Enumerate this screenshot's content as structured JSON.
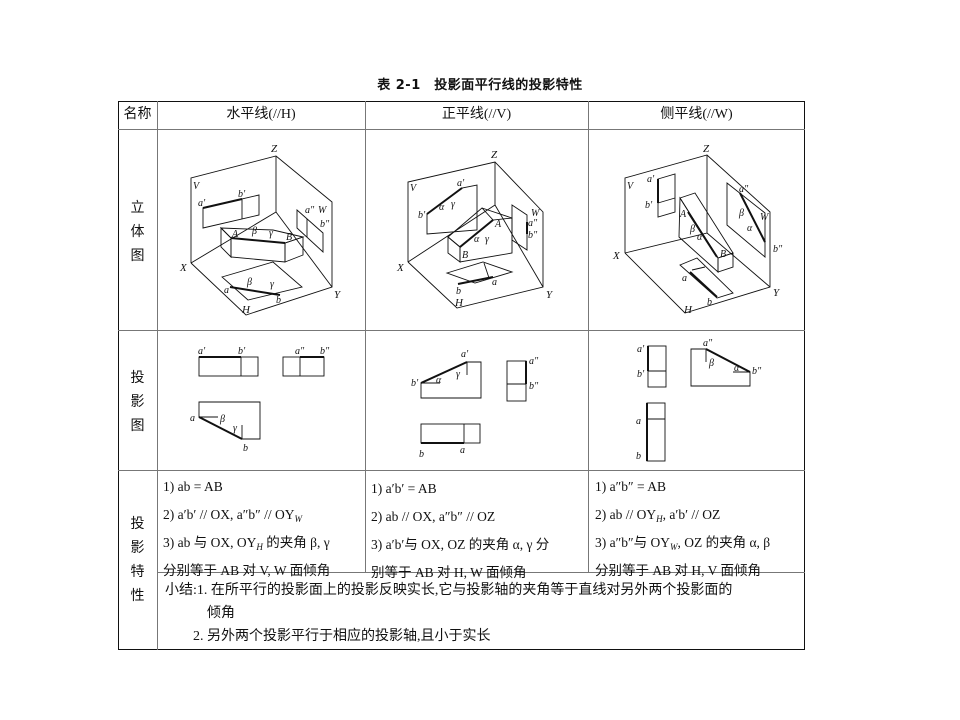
{
  "title": "表 2-1　投影面平行线的投影特性",
  "header": {
    "name": "名称",
    "col1": "水平线(//H)",
    "col2": "正平线(//V)",
    "col3": "侧平线(//W)"
  },
  "row_labels": {
    "stereo": [
      "立",
      "体",
      "图"
    ],
    "projection": [
      "投",
      "影",
      "图"
    ],
    "properties": [
      "投",
      "影",
      "特",
      "性"
    ]
  },
  "properties": {
    "col1": [
      {
        "pre": "1) ab = AB",
        "sub": "",
        "post": ""
      },
      {
        "pre": "2) a′b′ // OX, a″b″ // OY",
        "sub": "W",
        "post": ""
      },
      {
        "pre": "3) ab 与 OX, OY",
        "sub": "H",
        "post": " 的夹角 β, γ"
      },
      {
        "pre": "分别等于 AB 对 V, W 面倾角",
        "sub": "",
        "post": ""
      }
    ],
    "col2": [
      {
        "pre": "1) a′b′ = AB",
        "sub": "",
        "post": ""
      },
      {
        "pre": "2) ab // OX, a″b″ // OZ",
        "sub": "",
        "post": ""
      },
      {
        "pre": "3) a′b′与 OX, OZ 的夹角 α, γ 分",
        "sub": "",
        "post": ""
      },
      {
        "pre": "别等于 AB 对 H, W 面倾角",
        "sub": "",
        "post": ""
      }
    ],
    "col3": [
      {
        "pre": "1) a″b″ = AB",
        "sub": "",
        "post": ""
      },
      {
        "pre": "2) ab // OY",
        "sub": "H",
        "post": ", a′b′ // OZ"
      },
      {
        "pre": "3) a″b″与 OY",
        "sub": "W",
        "post": ", OZ 的夹角 α, β"
      },
      {
        "pre": "分别等于 AB 对 H, V 面倾角",
        "sub": "",
        "post": ""
      }
    ]
  },
  "summary": [
    "小结:1. 在所平行的投影面上的投影反映实长,它与投影轴的夹角等于直线对另外两个投影面的",
    "　　　倾角",
    "　　2. 另外两个投影平行于相应的投影轴,且小于实长"
  ],
  "drawings": {
    "stereo1": [
      "Z",
      "V",
      "a′",
      "b′",
      "a″",
      "W",
      "b″",
      "A",
      "β",
      "γ",
      "B",
      "X",
      "β",
      "γ",
      "a",
      "b",
      "H",
      "Y"
    ],
    "stereo2": [
      "Z",
      "V",
      "a′",
      "b′",
      "α",
      "γ",
      "W",
      "a″",
      "b″",
      "A",
      "α",
      "γ",
      "B",
      "X",
      "b",
      "a",
      "H",
      "Y"
    ],
    "stereo3": [
      "Z",
      "V",
      "a′",
      "b′",
      "A",
      "β",
      "α",
      "B",
      "a″",
      "β",
      "W",
      "α",
      "b″",
      "X",
      "a",
      "b",
      "H",
      "Y"
    ],
    "proj1": [
      "a′",
      "b′",
      "a″",
      "b″",
      "a",
      "β",
      "γ",
      "b"
    ],
    "proj2": [
      "a′",
      "b′",
      "α",
      "γ",
      "a″",
      "b″",
      "b",
      "a"
    ],
    "proj3": [
      "a′",
      "b′",
      "a″",
      "β",
      "α",
      "b″",
      "a",
      "b"
    ]
  }
}
